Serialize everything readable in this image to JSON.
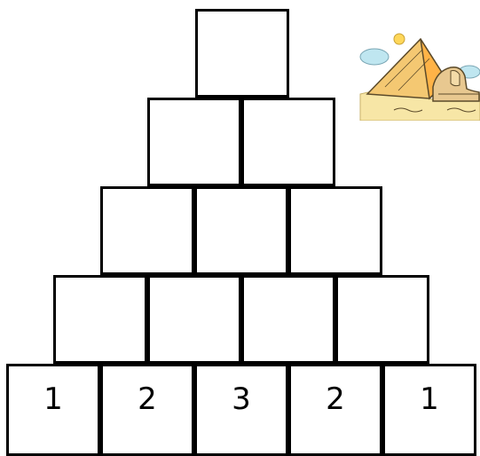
{
  "pyramid": {
    "rows": [
      [
        {
          "value": ""
        }
      ],
      [
        {
          "value": ""
        },
        {
          "value": ""
        }
      ],
      [
        {
          "value": ""
        },
        {
          "value": ""
        },
        {
          "value": ""
        }
      ],
      [
        {
          "value": ""
        },
        {
          "value": ""
        },
        {
          "value": ""
        },
        {
          "value": ""
        }
      ],
      [
        {
          "value": "1"
        },
        {
          "value": "2"
        },
        {
          "value": "3"
        },
        {
          "value": "2"
        },
        {
          "value": "1"
        }
      ]
    ]
  },
  "clipart": {
    "subject": "pyramid-and-sphinx-clipart",
    "colors": {
      "sun": "#ffd75a",
      "pyramid": "#f4c872",
      "pyramid_shade": "#ffb347",
      "sand": "#f7e6a6",
      "cloud": "#bfe6f0",
      "sphinx": "#e8c890"
    }
  },
  "colors": {
    "cell_border": "#000000",
    "cell_fill": "#ffffff",
    "text": "#000000"
  }
}
